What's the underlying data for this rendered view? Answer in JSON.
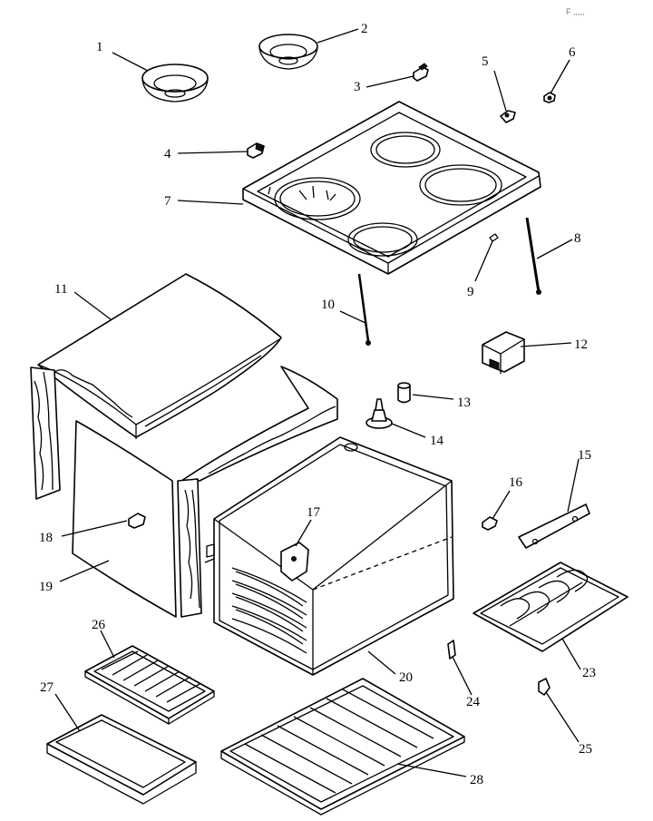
{
  "corner_mark": "F  ,,,,,",
  "callouts": [
    {
      "id": "c1",
      "label": "1"
    },
    {
      "id": "c2",
      "label": "2"
    },
    {
      "id": "c3",
      "label": "3"
    },
    {
      "id": "c4",
      "label": "4"
    },
    {
      "id": "c5",
      "label": "5"
    },
    {
      "id": "c6",
      "label": "6"
    },
    {
      "id": "c7",
      "label": "7"
    },
    {
      "id": "c8",
      "label": "8"
    },
    {
      "id": "c9",
      "label": "9"
    },
    {
      "id": "c10",
      "label": "10"
    },
    {
      "id": "c11",
      "label": "11"
    },
    {
      "id": "c12",
      "label": "12"
    },
    {
      "id": "c13",
      "label": "13"
    },
    {
      "id": "c14",
      "label": "14"
    },
    {
      "id": "c15",
      "label": "15"
    },
    {
      "id": "c16",
      "label": "16"
    },
    {
      "id": "c17",
      "label": "17"
    },
    {
      "id": "c18",
      "label": "18"
    },
    {
      "id": "c19",
      "label": "19"
    },
    {
      "id": "c20",
      "label": "20"
    },
    {
      "id": "c23",
      "label": "23"
    },
    {
      "id": "c24",
      "label": "24"
    },
    {
      "id": "c25",
      "label": "25"
    },
    {
      "id": "c26",
      "label": "26"
    },
    {
      "id": "c27",
      "label": "27"
    },
    {
      "id": "c28",
      "label": "28"
    }
  ]
}
